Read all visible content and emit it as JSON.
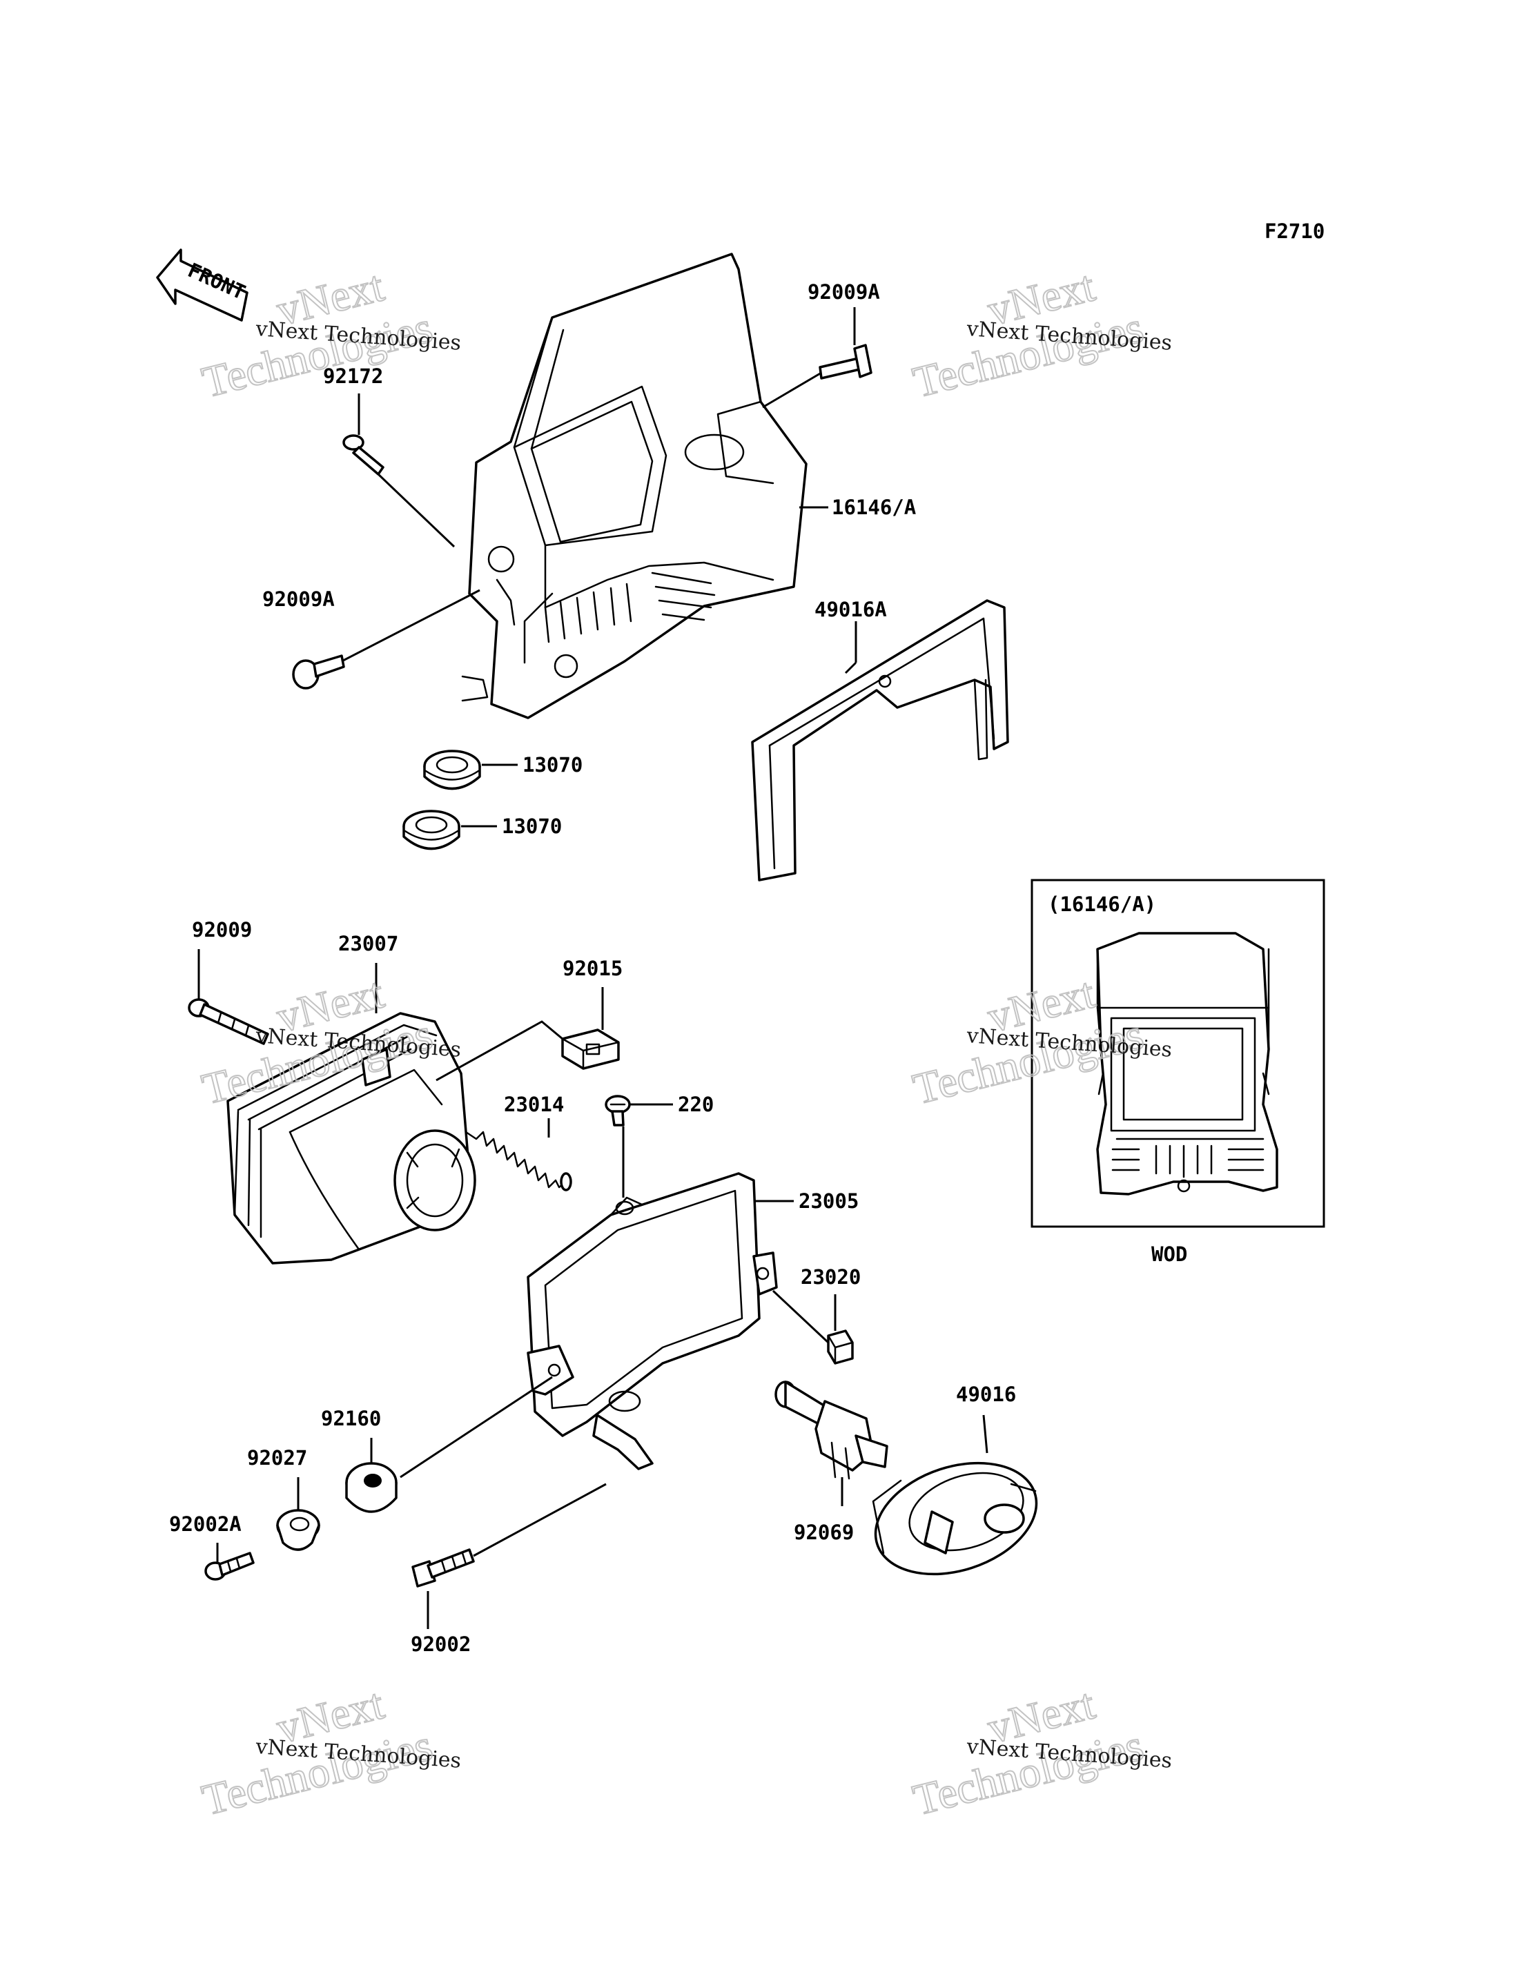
{
  "figure_code": "F2710",
  "front_label": "FRONT",
  "watermark": {
    "line1": "vNext Technologies",
    "line2": "vNext",
    "line3": "Technologies"
  },
  "inset": {
    "title": "(16146/A)",
    "caption": "WOD"
  },
  "parts": [
    {
      "id": "p-92009A-top",
      "number": "92009A"
    },
    {
      "id": "p-92172",
      "number": "92172"
    },
    {
      "id": "p-16146A",
      "number": "16146/A"
    },
    {
      "id": "p-92009A-left",
      "number": "92009A"
    },
    {
      "id": "p-49016A",
      "number": "49016A"
    },
    {
      "id": "p-13070-a",
      "number": "13070"
    },
    {
      "id": "p-13070-b",
      "number": "13070"
    },
    {
      "id": "p-92009",
      "number": "92009"
    },
    {
      "id": "p-23007",
      "number": "23007"
    },
    {
      "id": "p-92015",
      "number": "92015"
    },
    {
      "id": "p-23014",
      "number": "23014"
    },
    {
      "id": "p-220",
      "number": "220"
    },
    {
      "id": "p-23005",
      "number": "23005"
    },
    {
      "id": "p-23020",
      "number": "23020"
    },
    {
      "id": "p-49016",
      "number": "49016"
    },
    {
      "id": "p-92160",
      "number": "92160"
    },
    {
      "id": "p-92027",
      "number": "92027"
    },
    {
      "id": "p-92002A",
      "number": "92002A"
    },
    {
      "id": "p-92069",
      "number": "92069"
    },
    {
      "id": "p-92002",
      "number": "92002"
    }
  ]
}
